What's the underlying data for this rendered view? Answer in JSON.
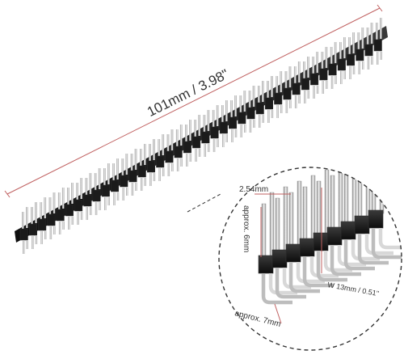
{
  "dimensions": {
    "length_label": "101mm /  3.98\"",
    "pitch_label": "2.54mm",
    "height_label": "approx. 6mm",
    "pin_length_label": "W 13mm / 0.51\"",
    "bend_length_label": "approx. 7mm"
  },
  "colors": {
    "housing": "#151515",
    "pin": "#cfcfcf",
    "dimension_line": "#c06060",
    "text": "#333333"
  },
  "header": {
    "pin_pairs": 40,
    "rows": 2
  }
}
